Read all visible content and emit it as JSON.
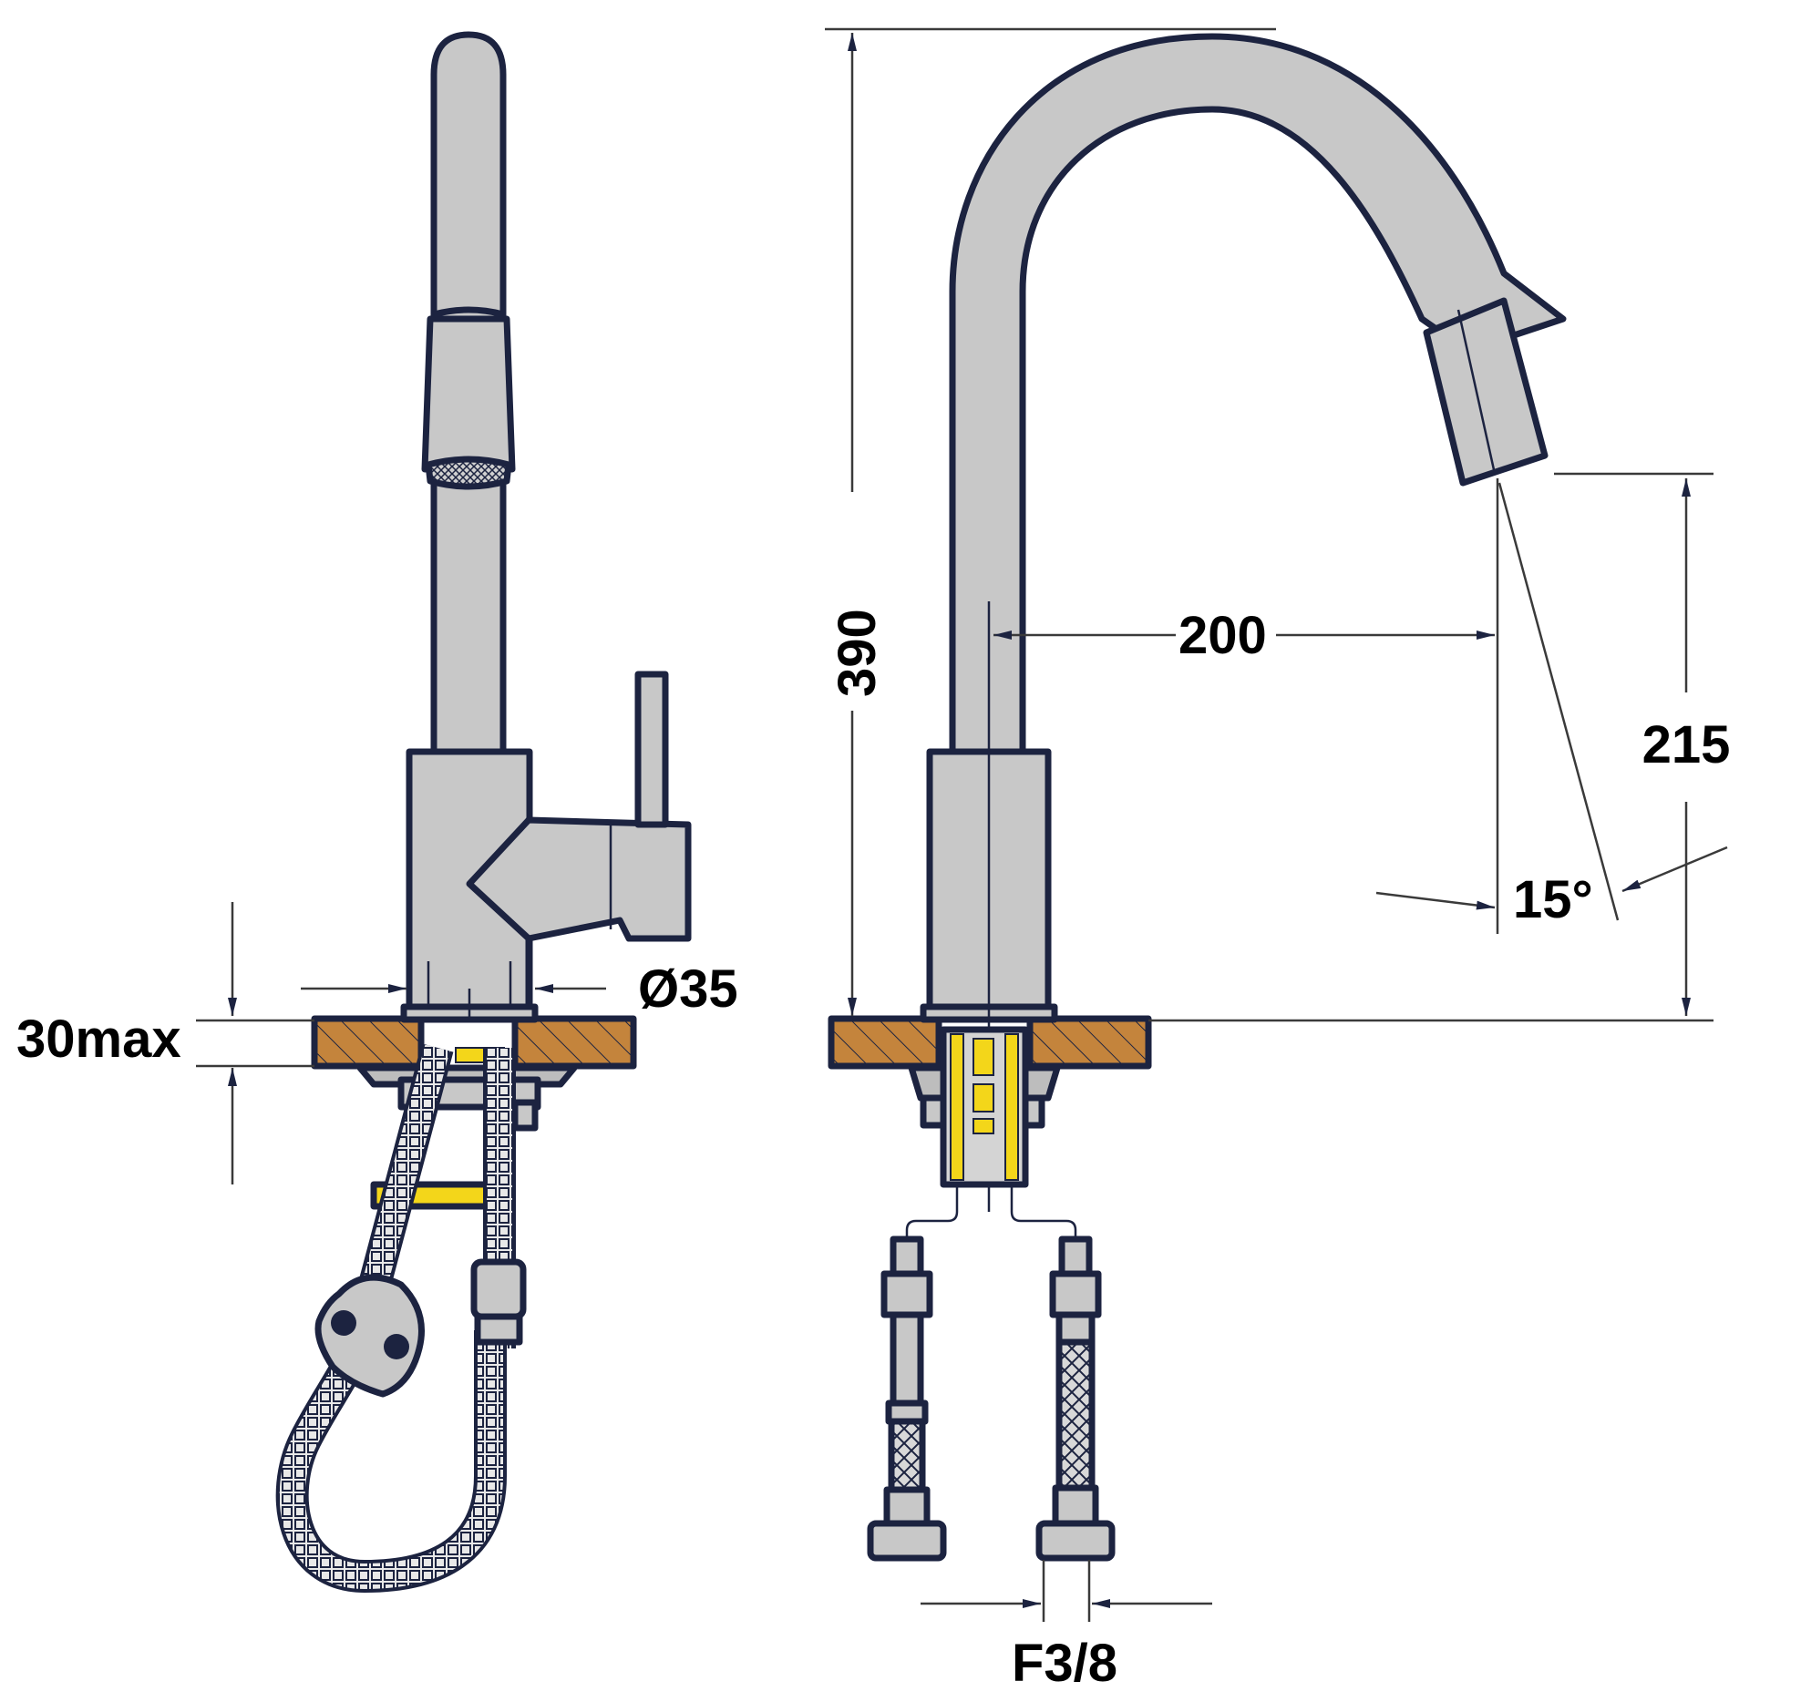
{
  "colors": {
    "metal": "#c8c8c8",
    "outline": "#1c2340",
    "countertop": "#c4843c",
    "hose_yellow": "#f3d61a",
    "dimension_line": "#3a3a3a"
  },
  "dimensions": {
    "deck_thickness": "30max",
    "base_diameter": "Ø35",
    "total_height": "390",
    "spout_reach": "200",
    "spout_outlet_height": "215",
    "spray_angle": "15°",
    "connection_thread": "F3/8"
  }
}
